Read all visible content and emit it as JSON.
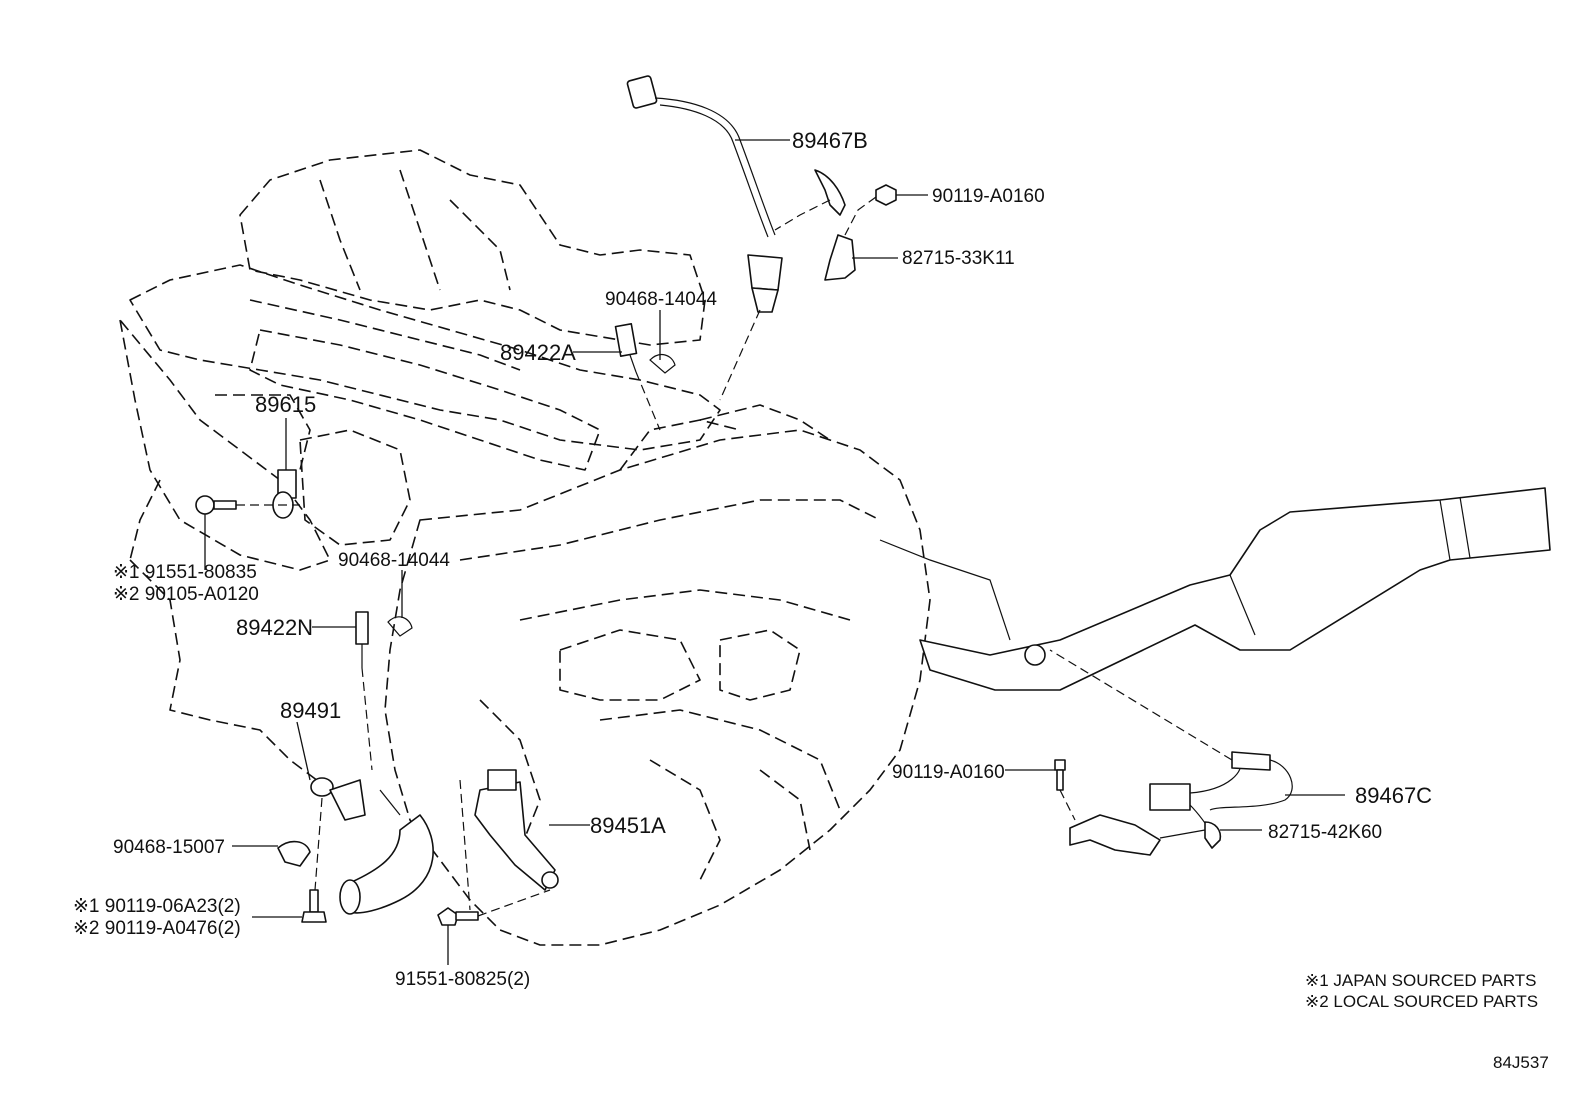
{
  "diagram_code": "84J537",
  "notes": [
    "※1 JAPAN SOURCED PARTS",
    "※2 LOCAL SOURCED PARTS"
  ],
  "parts": {
    "p89467B": "89467B",
    "p90119_A0160_top": "90119-A0160",
    "p82715_33K11": "82715-33K11",
    "p90468_14044_top": "90468-14044",
    "p89422A": "89422A",
    "p89615": "89615",
    "p91551_80835": "※1 91551-80835",
    "p90105_A0120": "※2 90105-A0120",
    "p90468_14044_mid": "90468-14044",
    "p89422N": "89422N",
    "p89491": "89491",
    "p89451A": "89451A",
    "p90468_15007": "90468-15007",
    "p90119_06A23": "※1 90119-06A23(2)",
    "p90119_A0476": "※2 90119-A0476(2)",
    "p91551_80825": "91551-80825(2)",
    "p90119_A0160_right": "90119-A0160",
    "p89467C": "89467C",
    "p82715_42K60": "82715-42K60"
  }
}
